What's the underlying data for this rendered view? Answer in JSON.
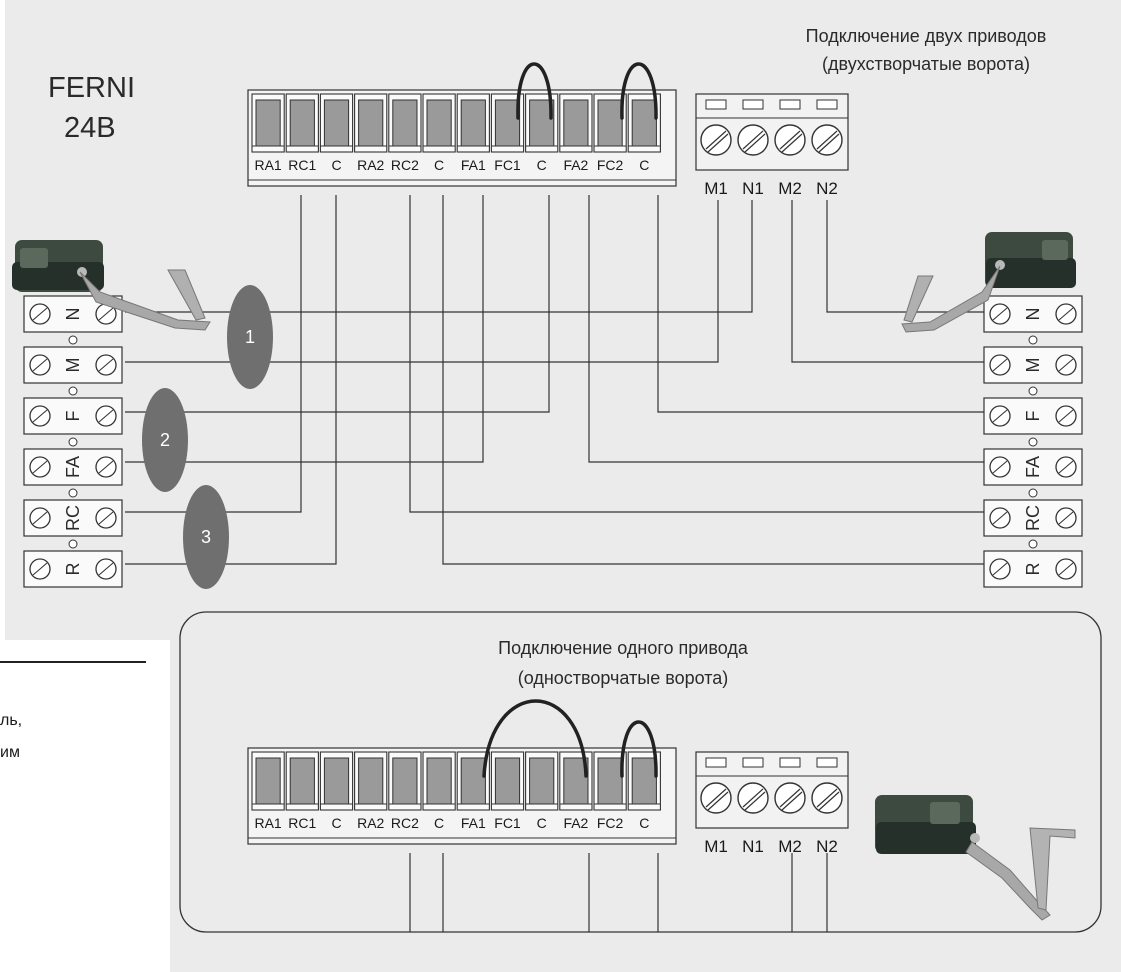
{
  "model": {
    "line1": "FERNI",
    "line2": "24В"
  },
  "dual": {
    "title1": "Подключение двух приводов",
    "title2": "(двухстворчатые ворота)"
  },
  "single": {
    "title1": "Подключение одного привода",
    "title2": "(одностворчатые ворота)"
  },
  "terminal_labels": [
    "RA1",
    "RC1",
    "C",
    "RA2",
    "RC2",
    "C",
    "FA1",
    "FC1",
    "C",
    "FA2",
    "FC2",
    "C"
  ],
  "motor_labels": [
    "M1",
    "N1",
    "M2",
    "N2"
  ],
  "actuator_terminals": [
    "N",
    "M",
    "F",
    "FA",
    "RC",
    "R"
  ],
  "groups": [
    "1",
    "2",
    "3"
  ],
  "side_text": {
    "line1": "ль,",
    "line2": "им"
  },
  "colors": {
    "panel": "#ebebeb",
    "wire": "#333333",
    "group": "#6f6f6f",
    "terminal": "#9a9a9a"
  }
}
